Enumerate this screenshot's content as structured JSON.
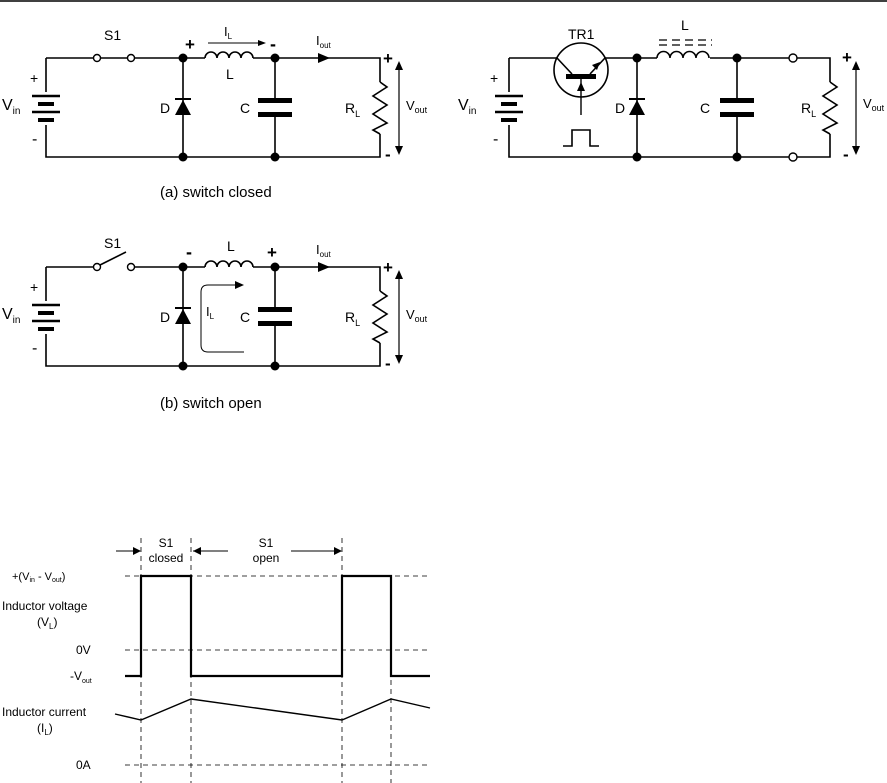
{
  "circuit_a": {
    "caption": "(a) switch closed",
    "switch_label": "S1",
    "vin": "V",
    "vin_sub": "in",
    "batt_plus": "+",
    "batt_minus": "-",
    "diode": "D",
    "cap": "C",
    "ind_current": "I",
    "ind_current_sub": "L",
    "ind_label": "L",
    "ind_plus": "+",
    "ind_minus": "-",
    "iout": "I",
    "iout_sub": "out",
    "rl": "R",
    "rl_sub": "L",
    "vout": "V",
    "vout_sub": "out",
    "out_plus": "+",
    "out_minus": "-"
  },
  "circuit_b": {
    "caption": "(b) switch open",
    "switch_label": "S1",
    "vin": "V",
    "vin_sub": "in",
    "batt_plus": "+",
    "batt_minus": "-",
    "diode": "D",
    "cap": "C",
    "loop_current": "I",
    "loop_current_sub": "L",
    "ind_label": "L",
    "ind_minus": "-",
    "ind_plus": "+",
    "iout": "I",
    "iout_sub": "out",
    "rl": "R",
    "rl_sub": "L",
    "vout": "V",
    "vout_sub": "out",
    "out_plus": "+",
    "out_minus": "-"
  },
  "circuit_c": {
    "transistor": "TR1",
    "vin": "V",
    "vin_sub": "in",
    "batt_plus": "+",
    "batt_minus": "-",
    "diode": "D",
    "cap": "C",
    "ind_label": "L",
    "rl": "R",
    "rl_sub": "L",
    "vout": "V",
    "vout_sub": "out",
    "out_plus": "+",
    "out_minus": "-"
  },
  "waveform": {
    "closed_l1": "S1",
    "closed_l2": "closed",
    "open_l1": "S1",
    "open_l2": "open",
    "vtop_a": "+(V",
    "vtop_in": "in",
    "vtop_b": " - V",
    "vtop_out": "out",
    "vtop_c": ")",
    "ind_v_l1": "Inductor voltage",
    "ind_v_l2a": "(V",
    "ind_v_l2sub": "L",
    "ind_v_l2b": ")",
    "zero_v": "0V",
    "vout_neg": "-V",
    "vout_neg_sub": "out",
    "ind_i_l1": "Inductor current",
    "ind_i_l2a": "(I",
    "ind_i_l2sub": "L",
    "ind_i_l2b": ")",
    "zero_a": "0A"
  }
}
